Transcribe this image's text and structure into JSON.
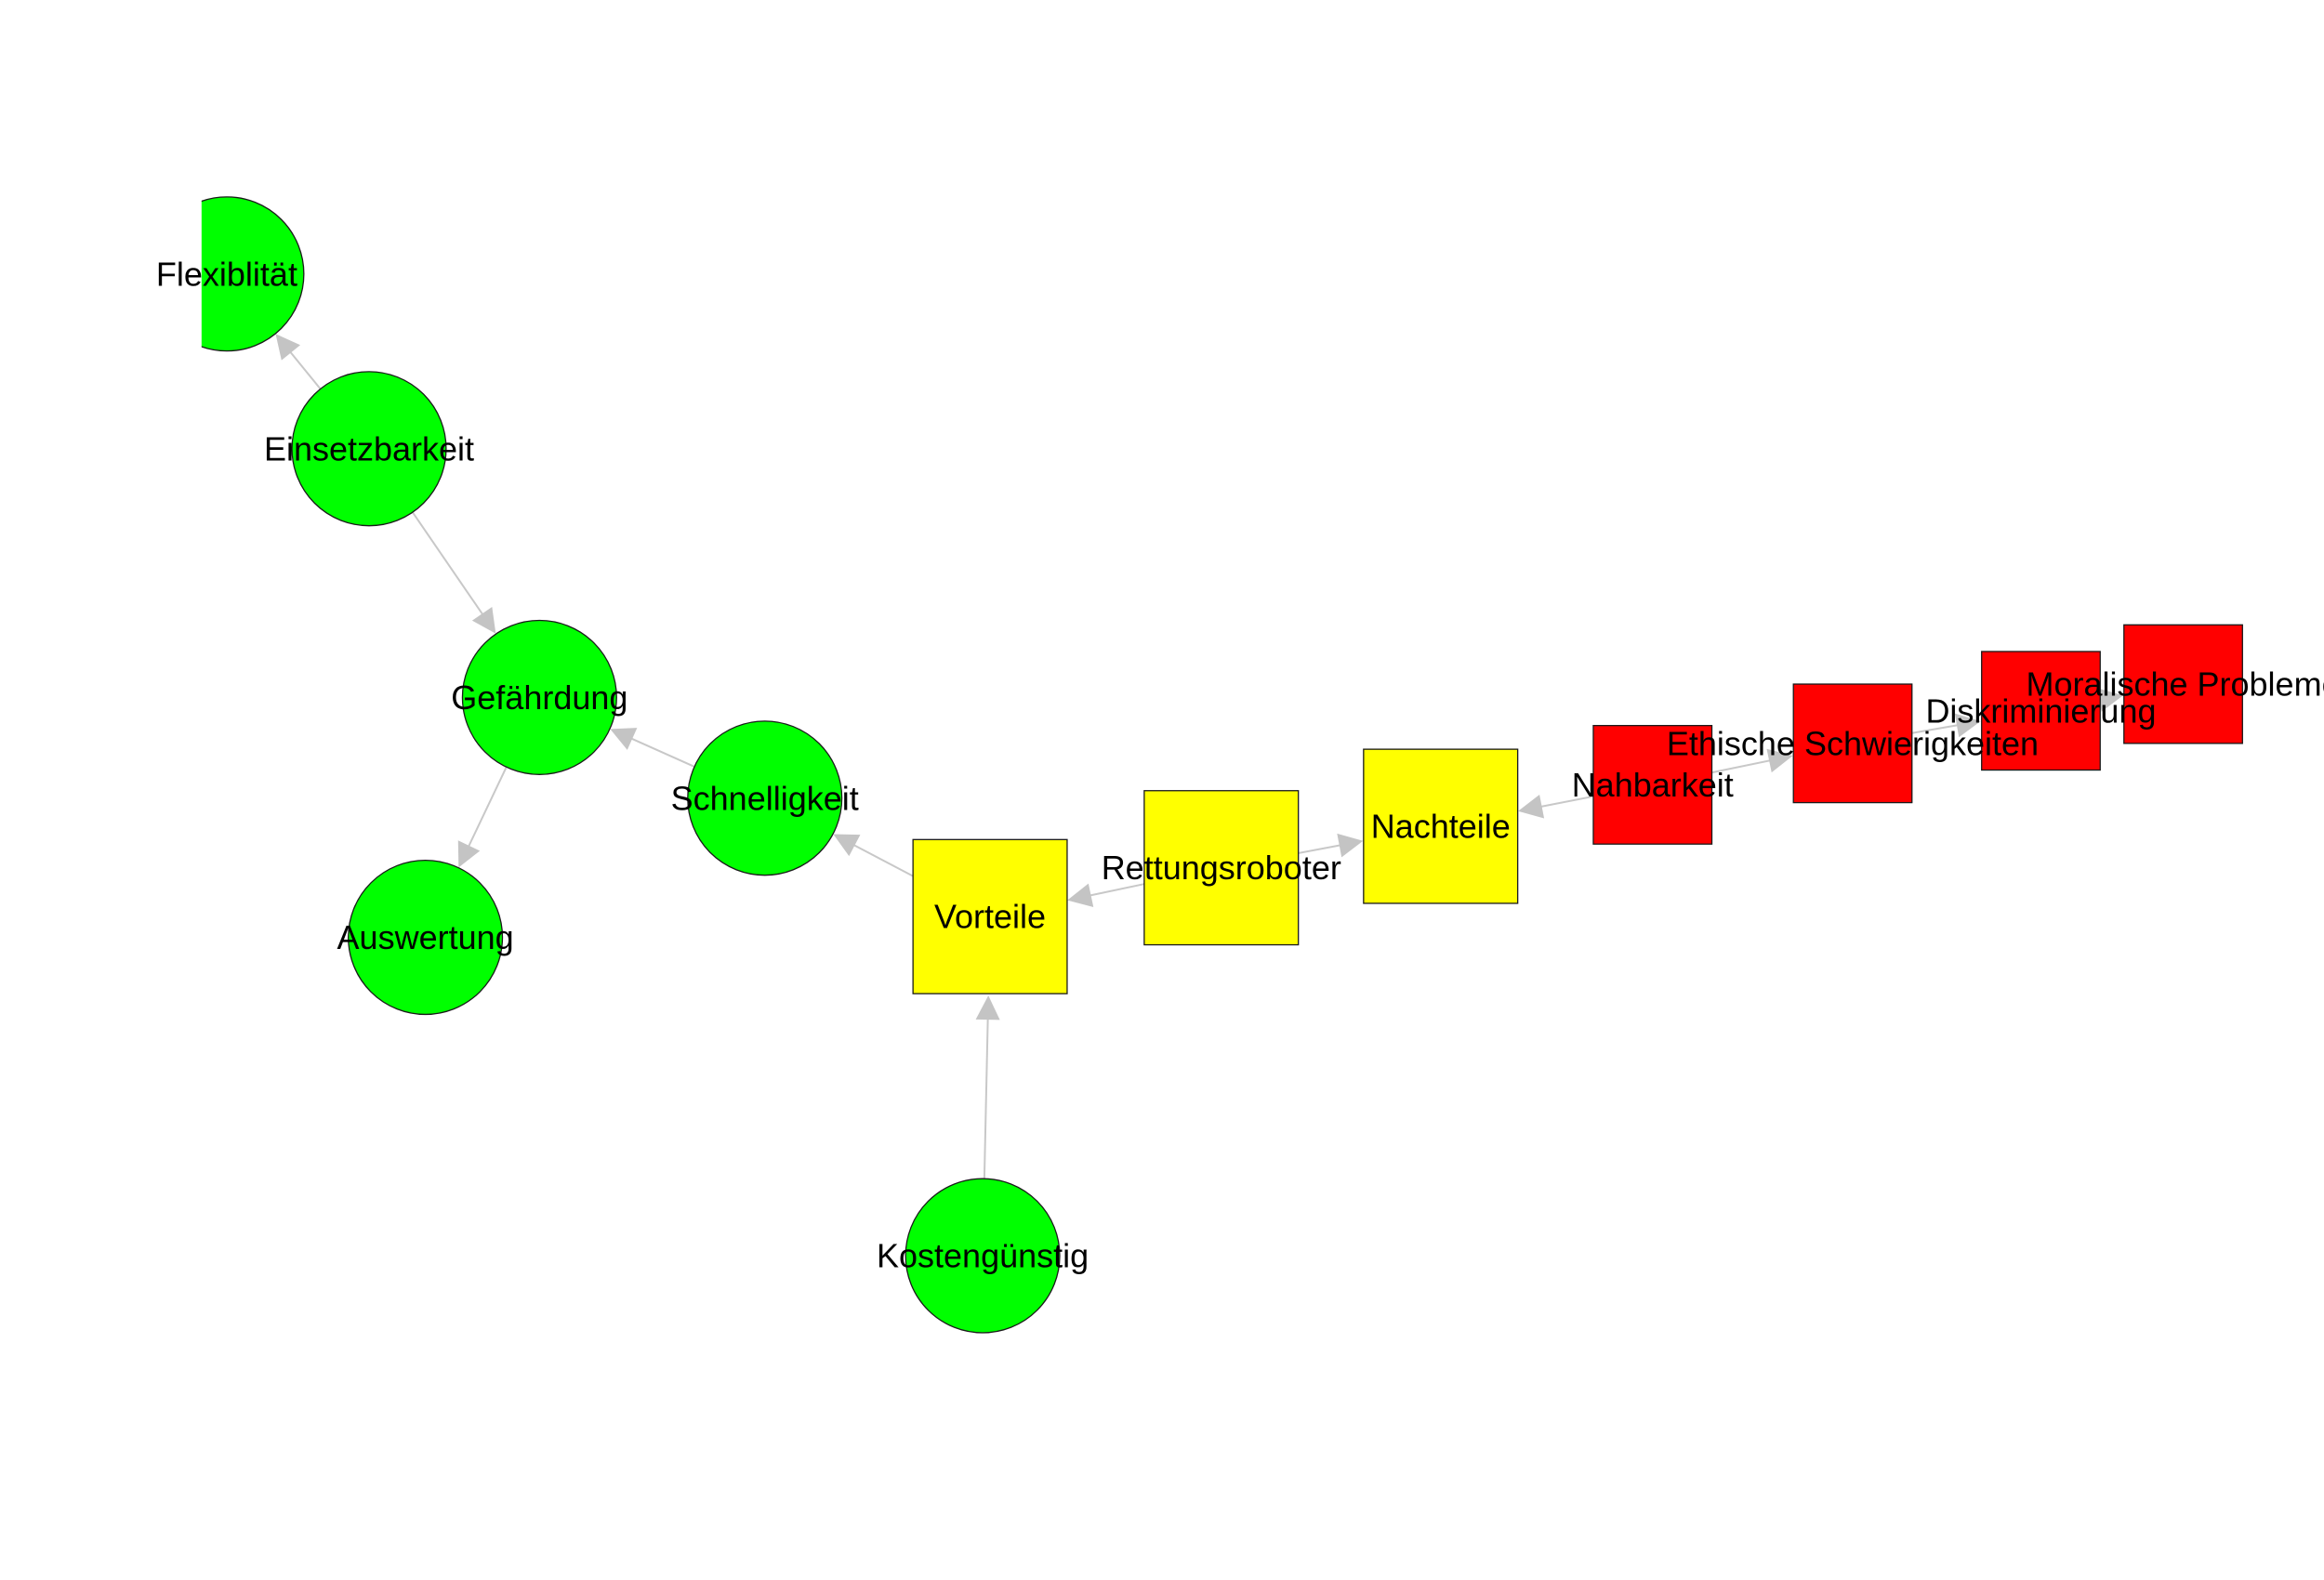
{
  "nodes": [
    {
      "id": "flexiblitaet",
      "label": "Flexiblität",
      "shape": "circle",
      "color": "#00ff00"
    },
    {
      "id": "einsetzbarkeit",
      "label": "Einsetzbarkeit",
      "shape": "circle",
      "color": "#00ff00"
    },
    {
      "id": "gefaehrdung",
      "label": "Gefährdung",
      "shape": "circle",
      "color": "#00ff00"
    },
    {
      "id": "schnelligkeit",
      "label": "Schnelligkeit",
      "shape": "circle",
      "color": "#00ff00"
    },
    {
      "id": "auswertung",
      "label": "Auswertung",
      "shape": "circle",
      "color": "#00ff00"
    },
    {
      "id": "vorteile",
      "label": "Vorteile",
      "shape": "square",
      "color": "#ffff00"
    },
    {
      "id": "kostenguenstig",
      "label": "Kostengünstig",
      "shape": "circle",
      "color": "#00ff00"
    },
    {
      "id": "rettungsroboter",
      "label": "Rettungsroboter",
      "shape": "square",
      "color": "#ffff00"
    },
    {
      "id": "nachteile",
      "label": "Nachteile",
      "shape": "square",
      "color": "#ffff00"
    },
    {
      "id": "nahbarkeit",
      "label": "Nahbarkeit",
      "shape": "square",
      "color": "#ff0000"
    },
    {
      "id": "ethische",
      "label": "Ethische Schwierigkeiten",
      "shape": "square",
      "color": "#ff0000"
    },
    {
      "id": "diskriminierung",
      "label": "Diskriminierung",
      "shape": "square",
      "color": "#ff0000"
    },
    {
      "id": "moralische",
      "label": "Moralische Probleme",
      "shape": "square",
      "color": "#ff0000"
    }
  ],
  "edges": [
    {
      "from": "einsetzbarkeit",
      "to": "flexiblitaet"
    },
    {
      "from": "einsetzbarkeit",
      "to": "gefaehrdung"
    },
    {
      "from": "gefaehrdung",
      "to": "auswertung"
    },
    {
      "from": "schnelligkeit",
      "to": "gefaehrdung"
    },
    {
      "from": "vorteile",
      "to": "schnelligkeit"
    },
    {
      "from": "rettungsroboter",
      "to": "vorteile"
    },
    {
      "from": "kostenguenstig",
      "to": "vorteile"
    },
    {
      "from": "rettungsroboter",
      "to": "nachteile"
    },
    {
      "from": "nahbarkeit",
      "to": "nachteile"
    },
    {
      "from": "nahbarkeit",
      "to": "ethische"
    },
    {
      "from": "ethische",
      "to": "diskriminierung"
    },
    {
      "from": "diskriminierung",
      "to": "moralische"
    }
  ]
}
